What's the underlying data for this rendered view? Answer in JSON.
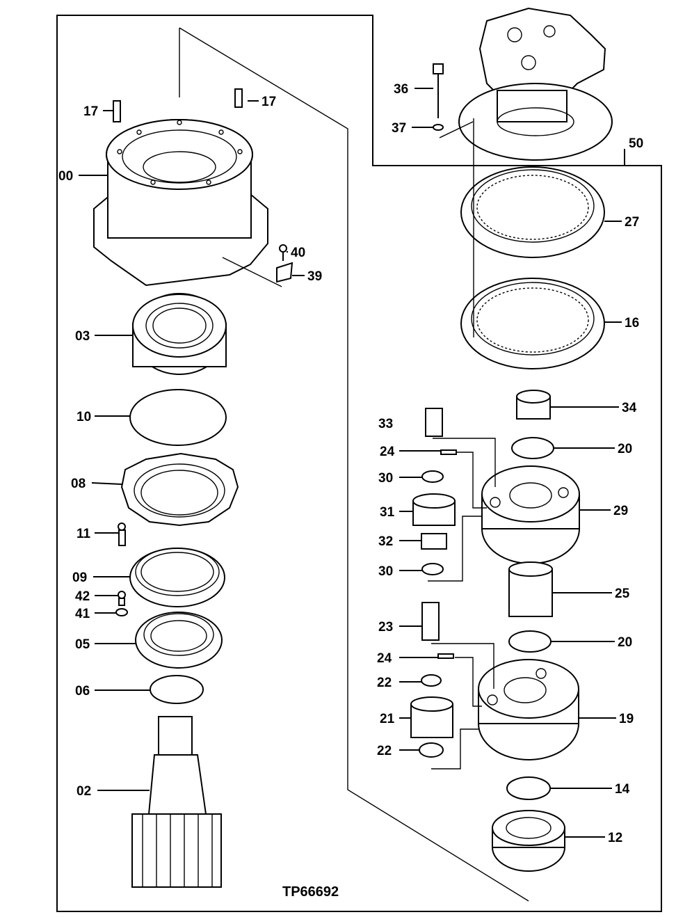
{
  "drawing_ref": "TP66692",
  "parts": {
    "p00": "00",
    "p17a": "17",
    "p17b": "17",
    "p40": "40",
    "p39": "39",
    "p03": "03",
    "p10": "10",
    "p08": "08",
    "p11": "11",
    "p09": "09",
    "p42": "42",
    "p41": "41",
    "p05": "05",
    "p06": "06",
    "p02": "02",
    "p36": "36",
    "p37": "37",
    "p50": "50",
    "p27": "27",
    "p16": "16",
    "p34": "34",
    "p33": "33",
    "p20a": "20",
    "p24a": "24",
    "p30a": "30",
    "p29": "29",
    "p31": "31",
    "p32": "32",
    "p30b": "30",
    "p25": "25",
    "p23": "23",
    "p20b": "20",
    "p24b": "24",
    "p22a": "22",
    "p21": "21",
    "p19": "19",
    "p22b": "22",
    "p14": "14",
    "p12": "12"
  },
  "icons": [
    "swing-motor-icon",
    "ring-gear-icon",
    "planet-carrier-icon",
    "pinion-shaft-icon",
    "bearing-icon"
  ]
}
